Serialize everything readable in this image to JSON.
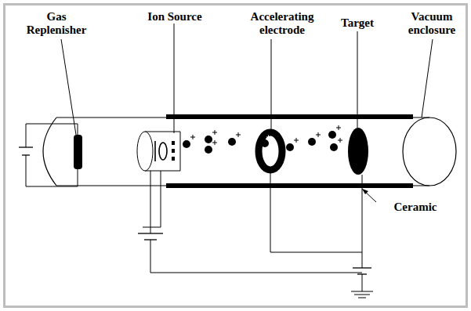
{
  "diagram": {
    "labels": [
      "Gas Replenisher",
      "Ion Source",
      "Accelerating electrode",
      "Target",
      "Vacuum enclosure",
      "Ceramic"
    ]
  }
}
